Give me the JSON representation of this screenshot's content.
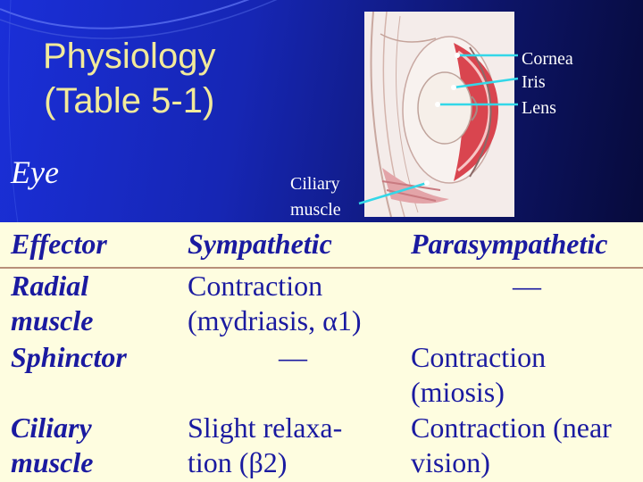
{
  "title": {
    "line1": "Physiology",
    "line2": "(Table 5-1)"
  },
  "subtitle": "Eye",
  "figure": {
    "labels": {
      "cornea": "Cornea",
      "iris": "Iris",
      "lens": "Lens",
      "ciliary1": "Ciliary",
      "ciliary2": "muscle"
    }
  },
  "table": {
    "headers": {
      "effector": "Effector",
      "sympathetic": "Sympathetic",
      "parasympathetic": "Parasympathetic"
    },
    "rows": [
      {
        "effector": [
          "Radial",
          "muscle"
        ],
        "sympathetic": [
          "Contraction",
          "(mydriasis, α1)"
        ],
        "parasympathetic": [
          "—"
        ]
      },
      {
        "effector": [
          "Sphinctor"
        ],
        "sympathetic": [
          "—"
        ],
        "parasympathetic": [
          "Contraction",
          "(miosis)"
        ]
      },
      {
        "effector": [
          "Ciliary",
          "muscle"
        ],
        "sympathetic": [
          "Slight relaxa-",
          "tion (β2)"
        ],
        "parasympathetic": [
          "Contraction (near",
          "vision)"
        ]
      }
    ]
  },
  "colors": {
    "title": "#f2ea9a",
    "table_text": "#1a1aa0",
    "table_bg": "#fefde0",
    "leader": "#33d7e8"
  }
}
